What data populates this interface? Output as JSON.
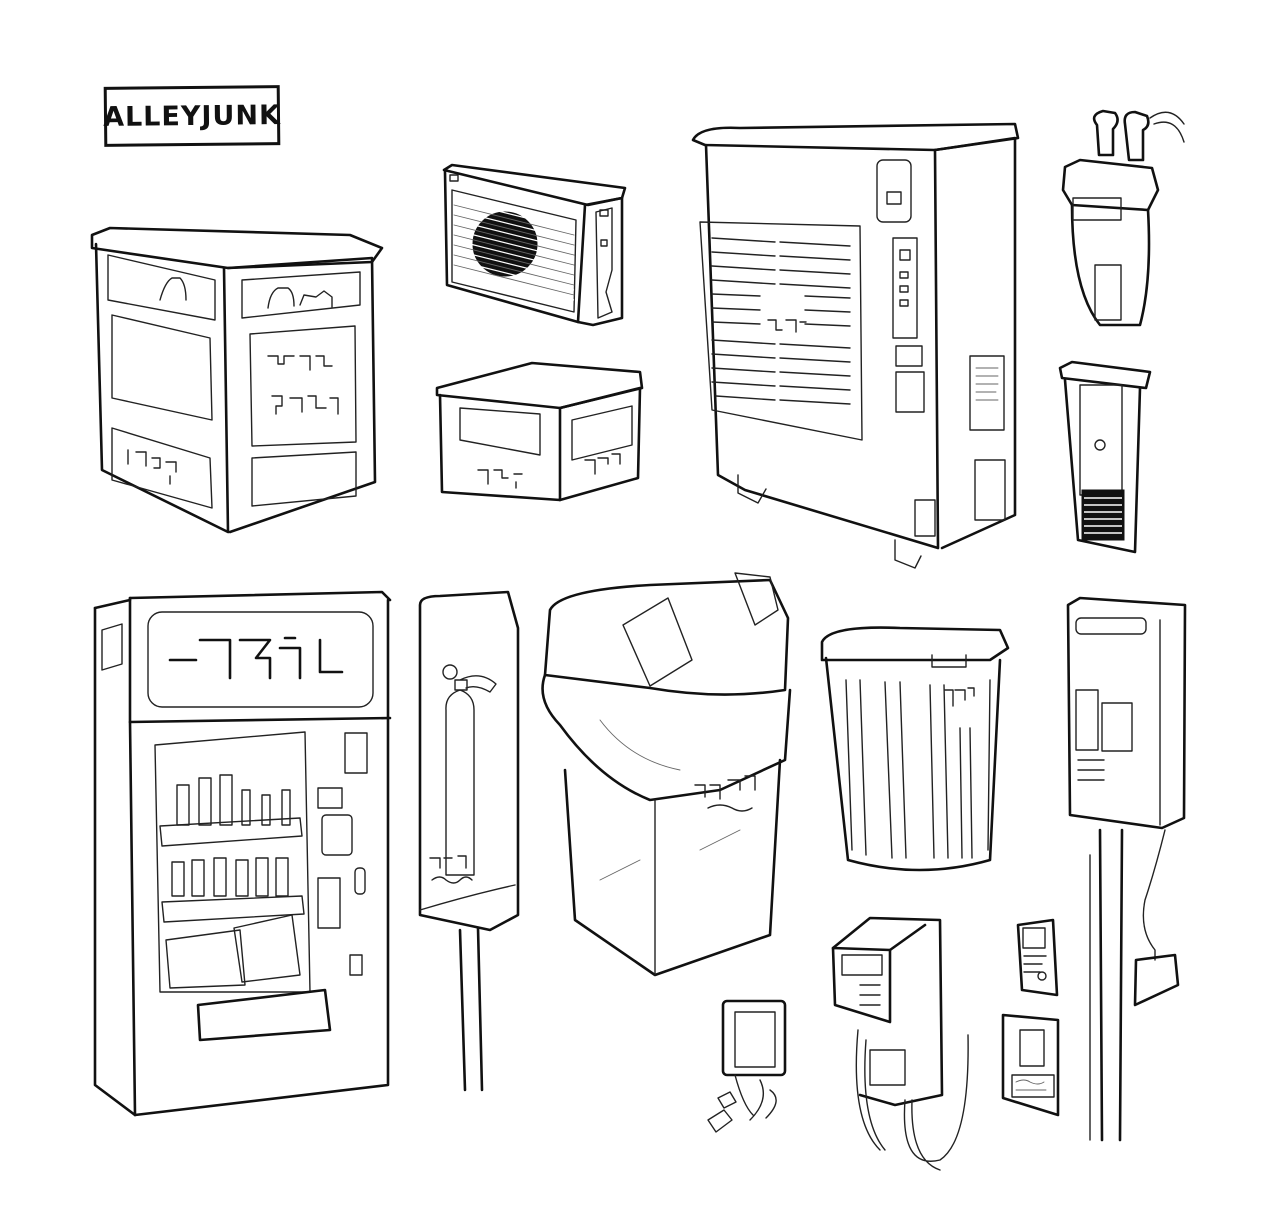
{
  "sheet": {
    "title": "ALLEYJUNK",
    "background": "#ffffff",
    "ink_color": "#111111"
  },
  "objects": [
    {
      "id": "crate-large",
      "label": "Large plastic bottle crate"
    },
    {
      "id": "ac-unit",
      "label": "Outdoor air conditioner unit"
    },
    {
      "id": "crate-small",
      "label": "Small plastic crate"
    },
    {
      "id": "ticket-machine",
      "label": "Large vending/ticket machine"
    },
    {
      "id": "gas-meter",
      "label": "Gas meter with pipes"
    },
    {
      "id": "wall-heater",
      "label": "Wall-mounted heater unit"
    },
    {
      "id": "vending-machine",
      "label": "Drink vending machine"
    },
    {
      "id": "extinguisher-post",
      "label": "Fire extinguisher box on pole"
    },
    {
      "id": "trash-bin-bag",
      "label": "Trash bin with bag"
    },
    {
      "id": "trash-can",
      "label": "Ribbed trash can"
    },
    {
      "id": "water-heater",
      "label": "Water heater on pipe"
    },
    {
      "id": "electric-meter",
      "label": "Electric meter with cables"
    },
    {
      "id": "power-box",
      "label": "Small power box with plug"
    },
    {
      "id": "intercom-small",
      "label": "Small intercom panel"
    },
    {
      "id": "intercom-panel",
      "label": "Intercom wall panel"
    }
  ]
}
